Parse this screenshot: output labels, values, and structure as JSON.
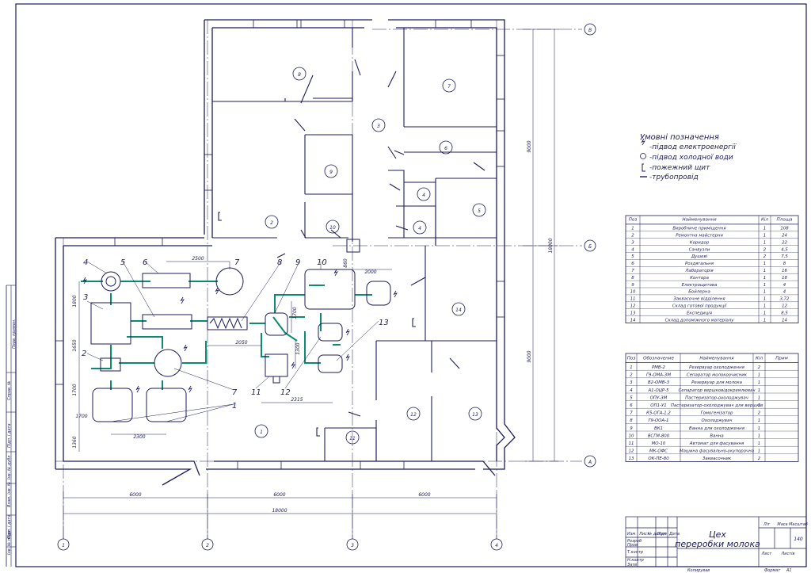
{
  "legend": {
    "title": "Умовні позначення",
    "items": [
      {
        "icon": "power-supply-icon",
        "label": "-підвод електроенергії"
      },
      {
        "icon": "cold-water-icon",
        "label": "-підвод холодної води"
      },
      {
        "icon": "fire-panel-icon",
        "label": "-пожежний щит"
      },
      {
        "icon": "pipeline-icon",
        "label": "-трубопровід"
      }
    ]
  },
  "rooms_table": {
    "headers": [
      "Поз",
      "Найменування",
      "Кіл",
      "Площа"
    ],
    "rows": [
      [
        "1",
        "Виробниче приміщення",
        "1",
        "108"
      ],
      [
        "2",
        "Ремонтна майстерня",
        "1",
        "24"
      ],
      [
        "3",
        "Коридор",
        "1",
        "22"
      ],
      [
        "4",
        "Санвузли",
        "2",
        "4,5"
      ],
      [
        "5",
        "Душеві",
        "2",
        "7,5"
      ],
      [
        "6",
        "Роздягальня",
        "1",
        "8"
      ],
      [
        "7",
        "Лабораторія",
        "1",
        "16"
      ],
      [
        "8",
        "Контора",
        "1",
        "18"
      ],
      [
        "9",
        "Електрощитова",
        "1",
        "4"
      ],
      [
        "10",
        "Бойлерна",
        "1",
        "4"
      ],
      [
        "11",
        "Заквасочне відділення",
        "1",
        "3,72"
      ],
      [
        "12",
        "Склад готової продукції",
        "1",
        "12"
      ],
      [
        "13",
        "Експедиція",
        "1",
        "8,5"
      ],
      [
        "14",
        "Склад допоміжного матеріалу",
        "1",
        "14"
      ]
    ]
  },
  "equipment_table": {
    "headers": [
      "Поз",
      "Обозначение",
      "Найменування",
      "Кіл",
      "Прим"
    ],
    "rows": [
      [
        "1",
        "РМВ-2",
        "Резервуар охолодження",
        "2",
        ""
      ],
      [
        "2",
        "Г9-ОМА-3М",
        "Сепаратор молокоочисник",
        "1",
        ""
      ],
      [
        "3",
        "В2-ОМВ-3",
        "Резервуар для молока",
        "1",
        ""
      ],
      [
        "4",
        "А1-ОЦР-5",
        "Сепаратор вершковідокремлювач",
        "1",
        ""
      ],
      [
        "5",
        "ОПУ-3М",
        "Пастеризатор-охолоджувач",
        "1",
        ""
      ],
      [
        "6",
        "ОП1-У1",
        "Пастеризатор-охолоджувач для вершків",
        "1",
        ""
      ],
      [
        "7",
        "К5-ОГА-1,2",
        "Гомогенізатор",
        "2",
        ""
      ],
      [
        "8",
        "Г9-ООА-1",
        "Охолоджувач",
        "1",
        ""
      ],
      [
        "9",
        "ВК1",
        "Ванна для охолодження",
        "1",
        ""
      ],
      [
        "10",
        "ВСГМ-800",
        "Ванна",
        "1",
        ""
      ],
      [
        "11",
        "МО-10",
        "Автомат для фасування",
        "1",
        ""
      ],
      [
        "12",
        "МК-ОФС",
        "Машина фасувально-укупорочна",
        "1",
        ""
      ],
      [
        "13",
        "ОК-ПЕ-80",
        "Заквасочник",
        "2",
        ""
      ]
    ]
  },
  "title_block": {
    "title_line1": "Цех",
    "title_line2": "переробки молока",
    "scale": "140",
    "col_lit": "Літ",
    "col_mass": "Маса",
    "col_scale": "Масштаб",
    "sheet": "Лист",
    "sheets": "Листів",
    "row_labels": [
      "Изм",
      "Лист",
      "№ докум",
      "Підп",
      "Дата",
      "Розроб",
      "Пров",
      "Т.контр",
      "Н.контр",
      "Затв"
    ],
    "footer_copied": "Копирував",
    "footer_format": "Формат",
    "format_value": "А1"
  },
  "dimensions": {
    "bottom_spans": [
      "6000",
      "6000",
      "6000"
    ],
    "bottom_total": "18000",
    "right_spans": [
      "9000",
      "9000"
    ],
    "right_total": "18000",
    "inner": [
      "2500",
      "2000",
      "2050",
      "2315",
      "2300",
      "1700",
      "1360",
      "1700",
      "1650",
      "1800",
      "1700",
      "1300",
      "860"
    ]
  },
  "axes": {
    "columns": [
      "1",
      "2",
      "3",
      "4"
    ],
    "rows": [
      "А",
      "Б",
      "В"
    ]
  },
  "room_numbers": [
    "1",
    "2",
    "3",
    "4",
    "4",
    "5",
    "6",
    "7",
    "8",
    "9",
    "10",
    "11",
    "12",
    "13",
    "14"
  ],
  "equipment_numbers": [
    "1",
    "2",
    "3",
    "4",
    "5",
    "6",
    "7",
    "7",
    "8",
    "9",
    "10",
    "11",
    "12",
    "13"
  ],
  "side_stamp": [
    "Перв. примен.",
    "Справ. №",
    "Підп. і дата",
    "Інв. № дубл",
    "Взам. інв. №",
    "Підп. і дата",
    "Інв. № подл"
  ],
  "colors": {
    "ink": "#1c1d5a",
    "pipe": "#0c8a73"
  }
}
